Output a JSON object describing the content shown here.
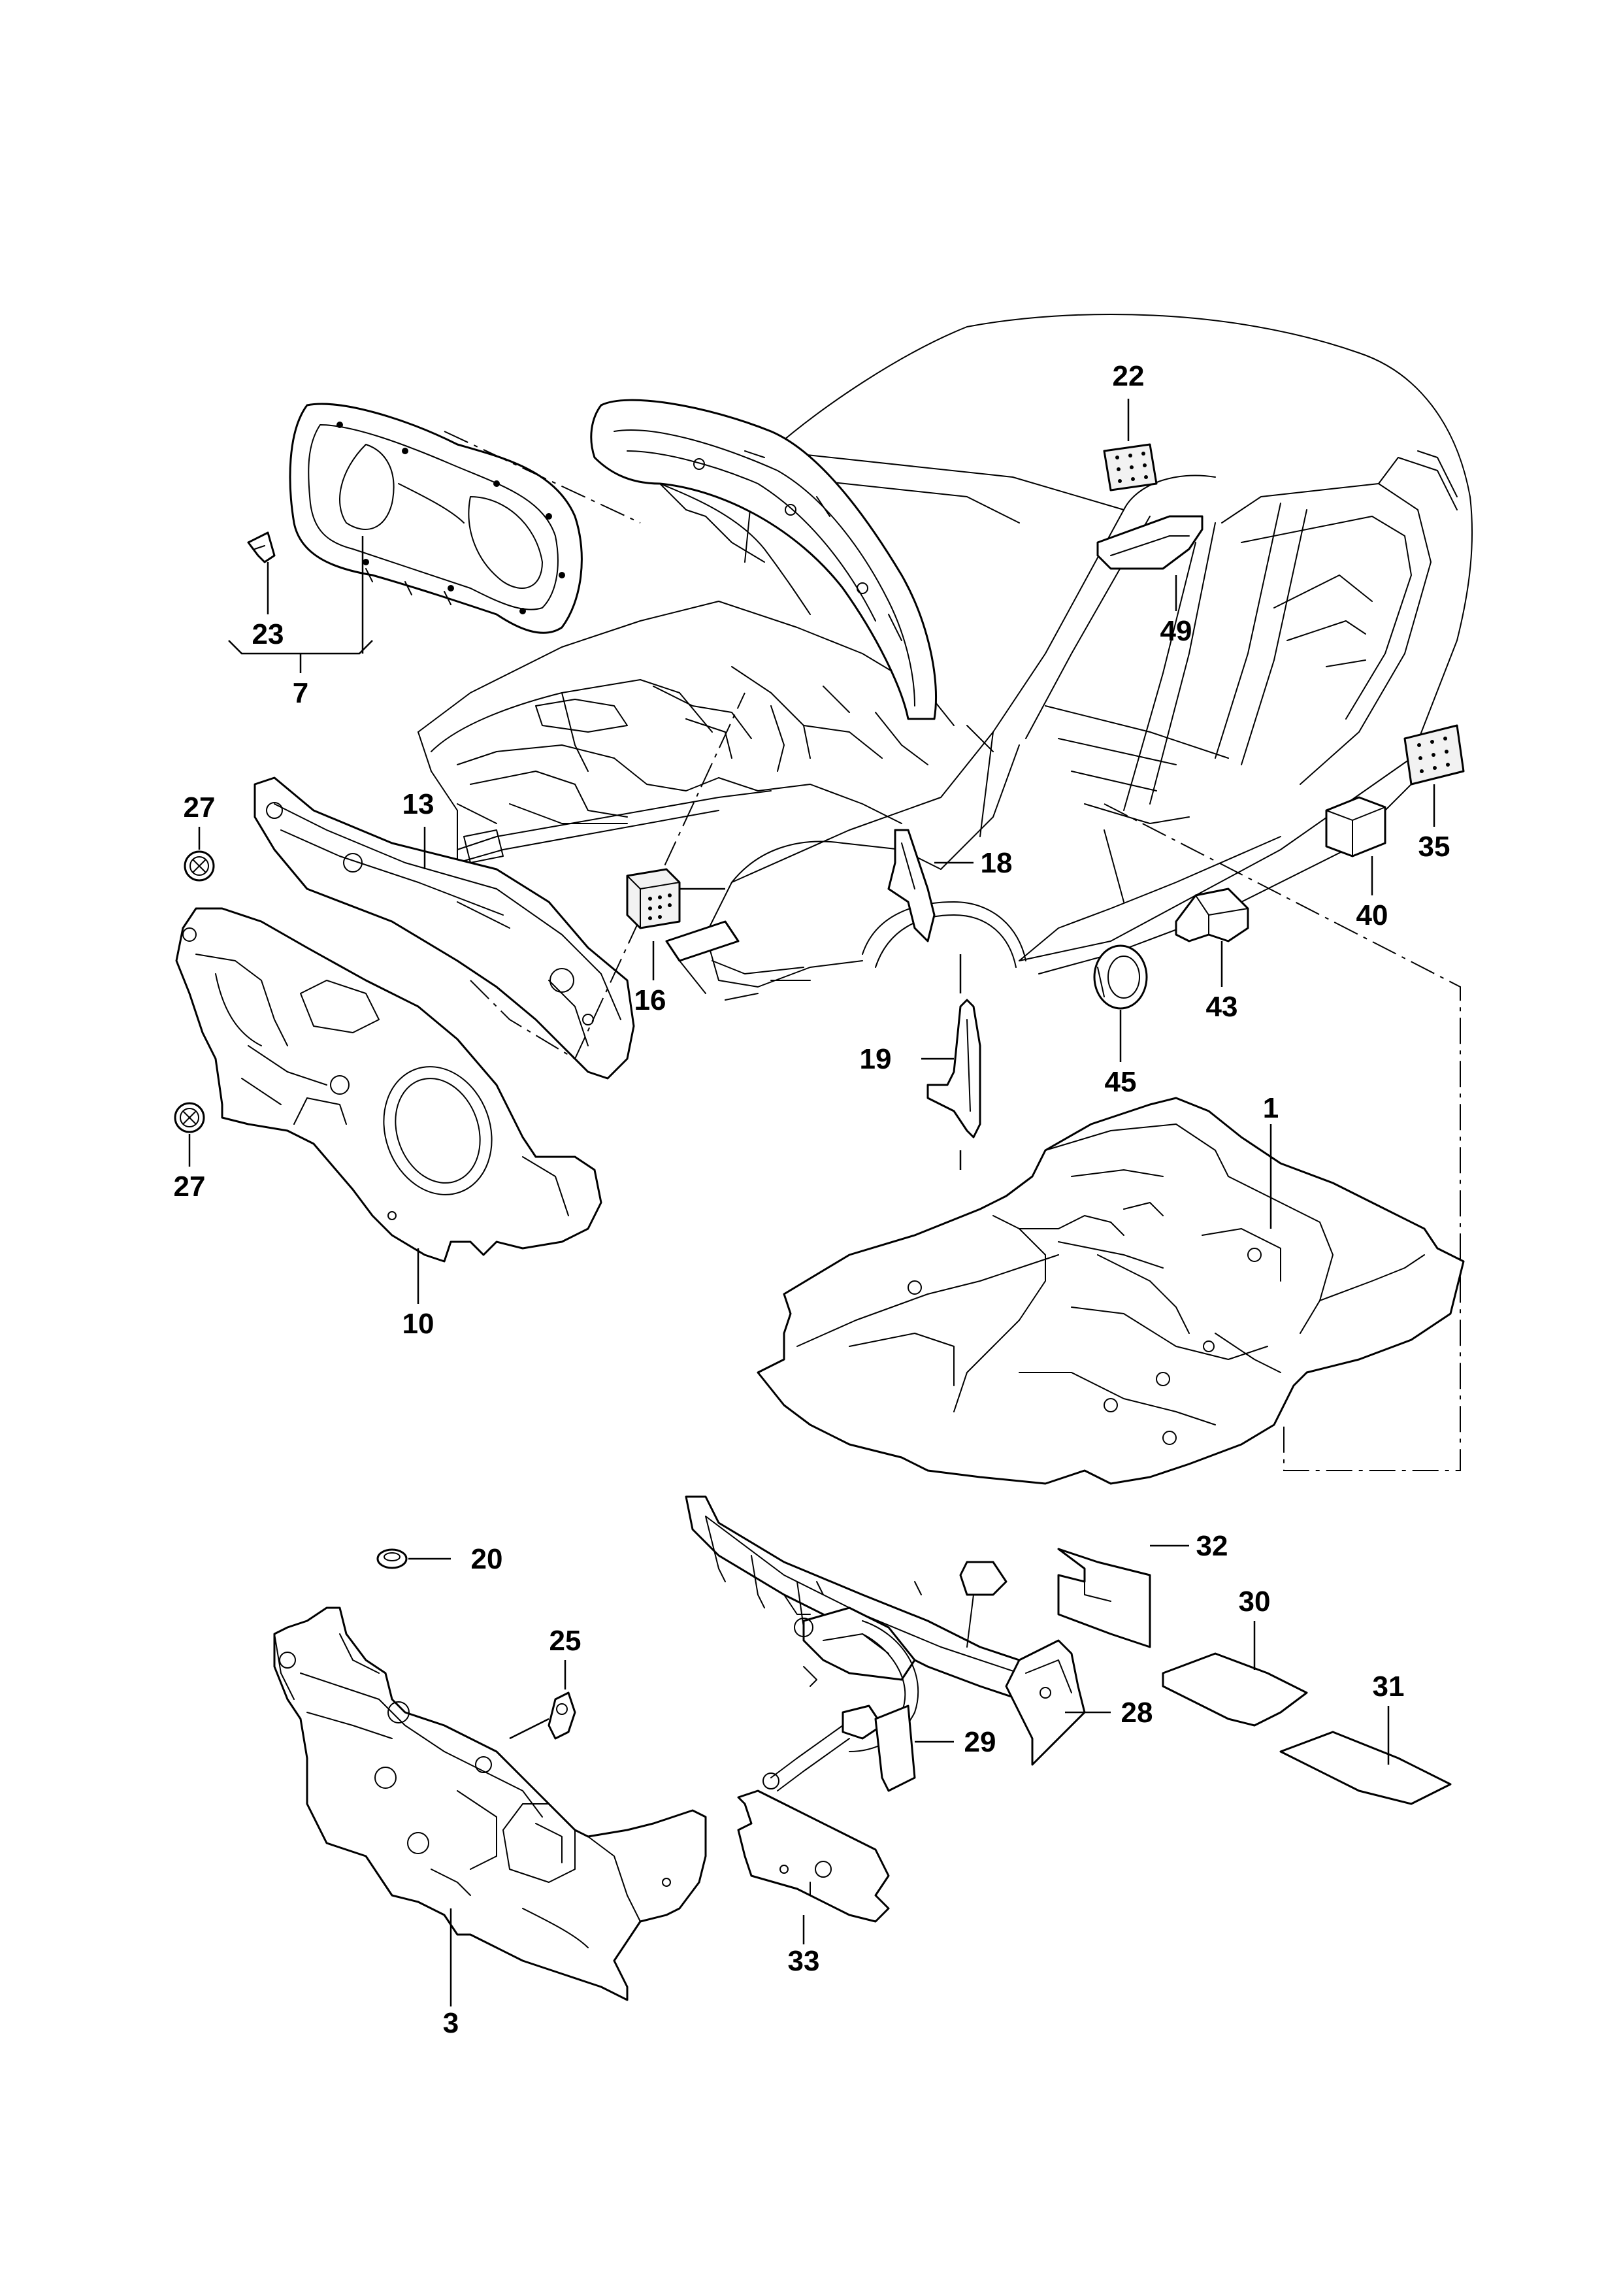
{
  "callouts": [
    {
      "id": "c1",
      "label": "1"
    },
    {
      "id": "c3",
      "label": "3"
    },
    {
      "id": "c7",
      "label": "7"
    },
    {
      "id": "c10",
      "label": "10"
    },
    {
      "id": "c13",
      "label": "13"
    },
    {
      "id": "c16",
      "label": "16"
    },
    {
      "id": "c18",
      "label": "18"
    },
    {
      "id": "c19",
      "label": "19"
    },
    {
      "id": "c20",
      "label": "20"
    },
    {
      "id": "c22",
      "label": "22"
    },
    {
      "id": "c23",
      "label": "23"
    },
    {
      "id": "c25",
      "label": "25"
    },
    {
      "id": "c27a",
      "label": "27"
    },
    {
      "id": "c27b",
      "label": "27"
    },
    {
      "id": "c28",
      "label": "28"
    },
    {
      "id": "c29",
      "label": "29"
    },
    {
      "id": "c30",
      "label": "30"
    },
    {
      "id": "c31",
      "label": "31"
    },
    {
      "id": "c32",
      "label": "32"
    },
    {
      "id": "c33",
      "label": "33"
    },
    {
      "id": "c35",
      "label": "35"
    },
    {
      "id": "c40",
      "label": "40"
    },
    {
      "id": "c43",
      "label": "43"
    },
    {
      "id": "c45",
      "label": "45"
    },
    {
      "id": "c49",
      "label": "49"
    }
  ]
}
